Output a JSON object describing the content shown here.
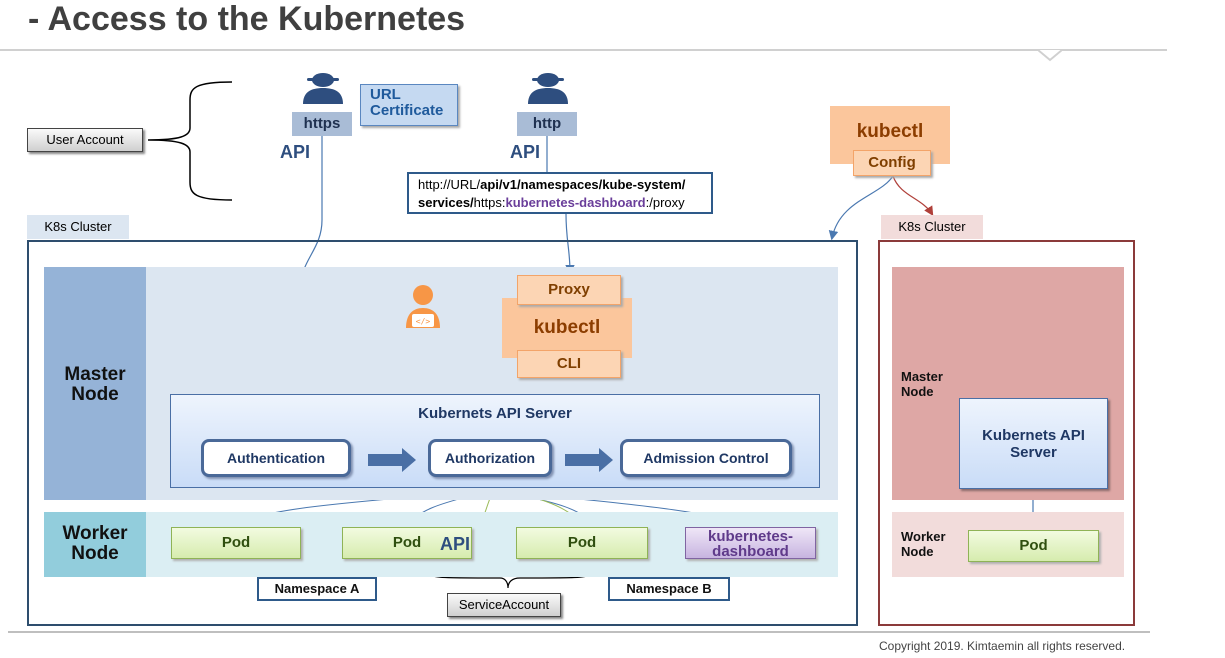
{
  "title": "- Access to the Kubernetes",
  "user_account": "User Account",
  "left_user": {
    "protocol": "https",
    "api": "API",
    "note_line1": "URL",
    "note_line2": "Certificate"
  },
  "middle_user": {
    "protocol": "http",
    "api": "API"
  },
  "url_box": {
    "p1": "http://URL/",
    "p2": "api/v1/namespaces/kube-system/",
    "p3": "services/",
    "p4": "https:",
    "p5": "kubernetes-dashboard",
    "p6": ":/proxy"
  },
  "kubectl_external": {
    "label": "kubectl",
    "config": "Config"
  },
  "cluster_left": {
    "tab": "K8s Cluster",
    "master_label_1": "Master",
    "master_label_2": "Node",
    "proxy": "Proxy",
    "kubectl": "kubectl",
    "cli": "CLI",
    "api_server": "Kubernets API Server",
    "authentication": "Authentication",
    "authorization": "Authorization",
    "admission": "Admission Control",
    "worker_label_1": "Worker",
    "worker_label_2": "Node",
    "pods": [
      "Pod",
      "Pod",
      "Pod"
    ],
    "pod_api": "API",
    "dashboard_1": "kubernetes-",
    "dashboard_2": "dashboard",
    "namespace_a": "Namespace A",
    "namespace_b": "Namespace B",
    "service_account": "ServiceAccount"
  },
  "cluster_right": {
    "tab": "K8s Cluster",
    "master_label_1": "Master",
    "master_label_2": "Node",
    "api_server_1": "Kubernets API",
    "api_server_2": "Server",
    "worker_label_1": "Worker",
    "worker_label_2": "Node",
    "pod": "Pod"
  },
  "copyright": "Copyright 2019. Kimtaemin all rights reserved.",
  "colors": {
    "cluster_left_border": "#2e4e6e",
    "cluster_right_border": "#8b3a3a",
    "accent_orange": "#f79646",
    "api_blue": "#2e4e7f"
  }
}
